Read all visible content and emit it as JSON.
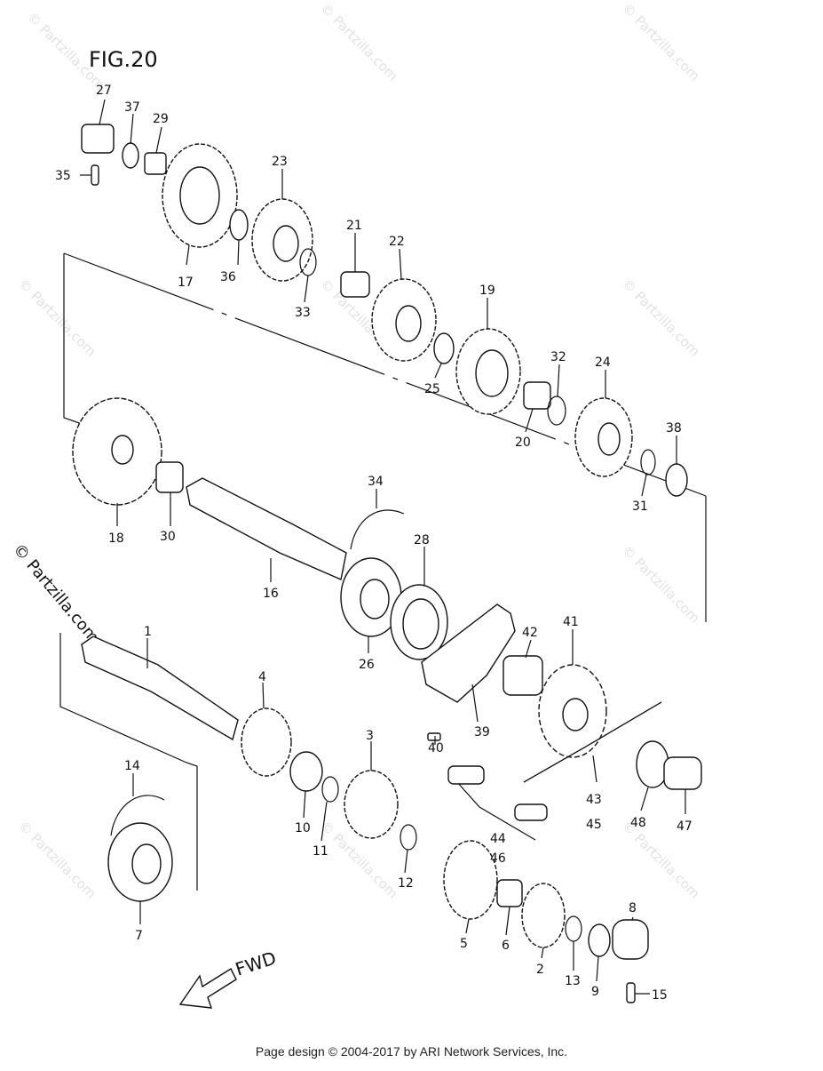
{
  "figure_label": "FIG.20",
  "watermark": "© Partzilla.com",
  "direction_label": "FWD",
  "footer": "Page design © 2004-2017 by ARI Network Services, Inc.",
  "callouts": [
    "27",
    "37",
    "29",
    "35",
    "17",
    "23",
    "36",
    "33",
    "21",
    "22",
    "19",
    "25",
    "32",
    "24",
    "20",
    "38",
    "31",
    "18",
    "30",
    "34",
    "16",
    "28",
    "26",
    "42",
    "41",
    "39",
    "40",
    "1",
    "4",
    "3",
    "10",
    "11",
    "12",
    "14",
    "7",
    "44",
    "46",
    "43",
    "45",
    "48",
    "47",
    "5",
    "6",
    "2",
    "13",
    "9",
    "8",
    "15"
  ]
}
